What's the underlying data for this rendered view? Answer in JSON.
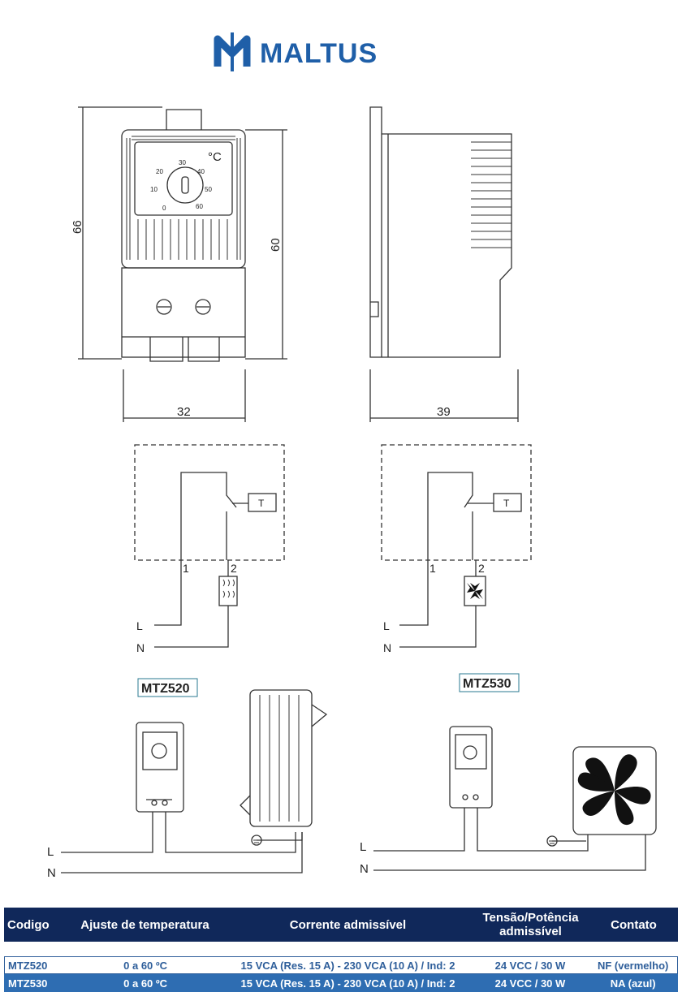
{
  "logo": {
    "text": "MALTUS"
  },
  "dimensions": {
    "height_total": "66",
    "height_body": "60",
    "width_front": "32",
    "depth_side": "39"
  },
  "dial": {
    "unit": "°C",
    "marks": [
      "0",
      "10",
      "20",
      "30",
      "40",
      "50",
      "60"
    ]
  },
  "schematics": {
    "terminal1": "1",
    "terminal2": "2",
    "sensor": "T",
    "line": "L",
    "neutral": "N"
  },
  "models": {
    "left": "MTZ520",
    "right": "MTZ530"
  },
  "wiring": {
    "line": "L",
    "neutral": "N"
  },
  "table": {
    "headers": [
      "Codigo",
      "Ajuste de temperatura",
      "Corrente admissível",
      "Tensão/Potência admissível",
      "Contato"
    ],
    "rows": [
      [
        "MTZ520",
        "0 a 60 ºC",
        "15 VCA (Res. 15 A) - 230 VCA (10 A) / Ind: 2",
        "24 VCC / 30 W",
        "NF (vermelho)"
      ],
      [
        "MTZ530",
        "0 a 60 ºC",
        "15 VCA (Res. 15 A) - 230 VCA (10 A) / Ind: 2",
        "24 VCC / 30 W",
        "NA (azul)"
      ]
    ]
  },
  "colors": {
    "brand": "#1f5fa8",
    "header_bg": "#10285a",
    "row_highlight": "#2e6db2"
  }
}
